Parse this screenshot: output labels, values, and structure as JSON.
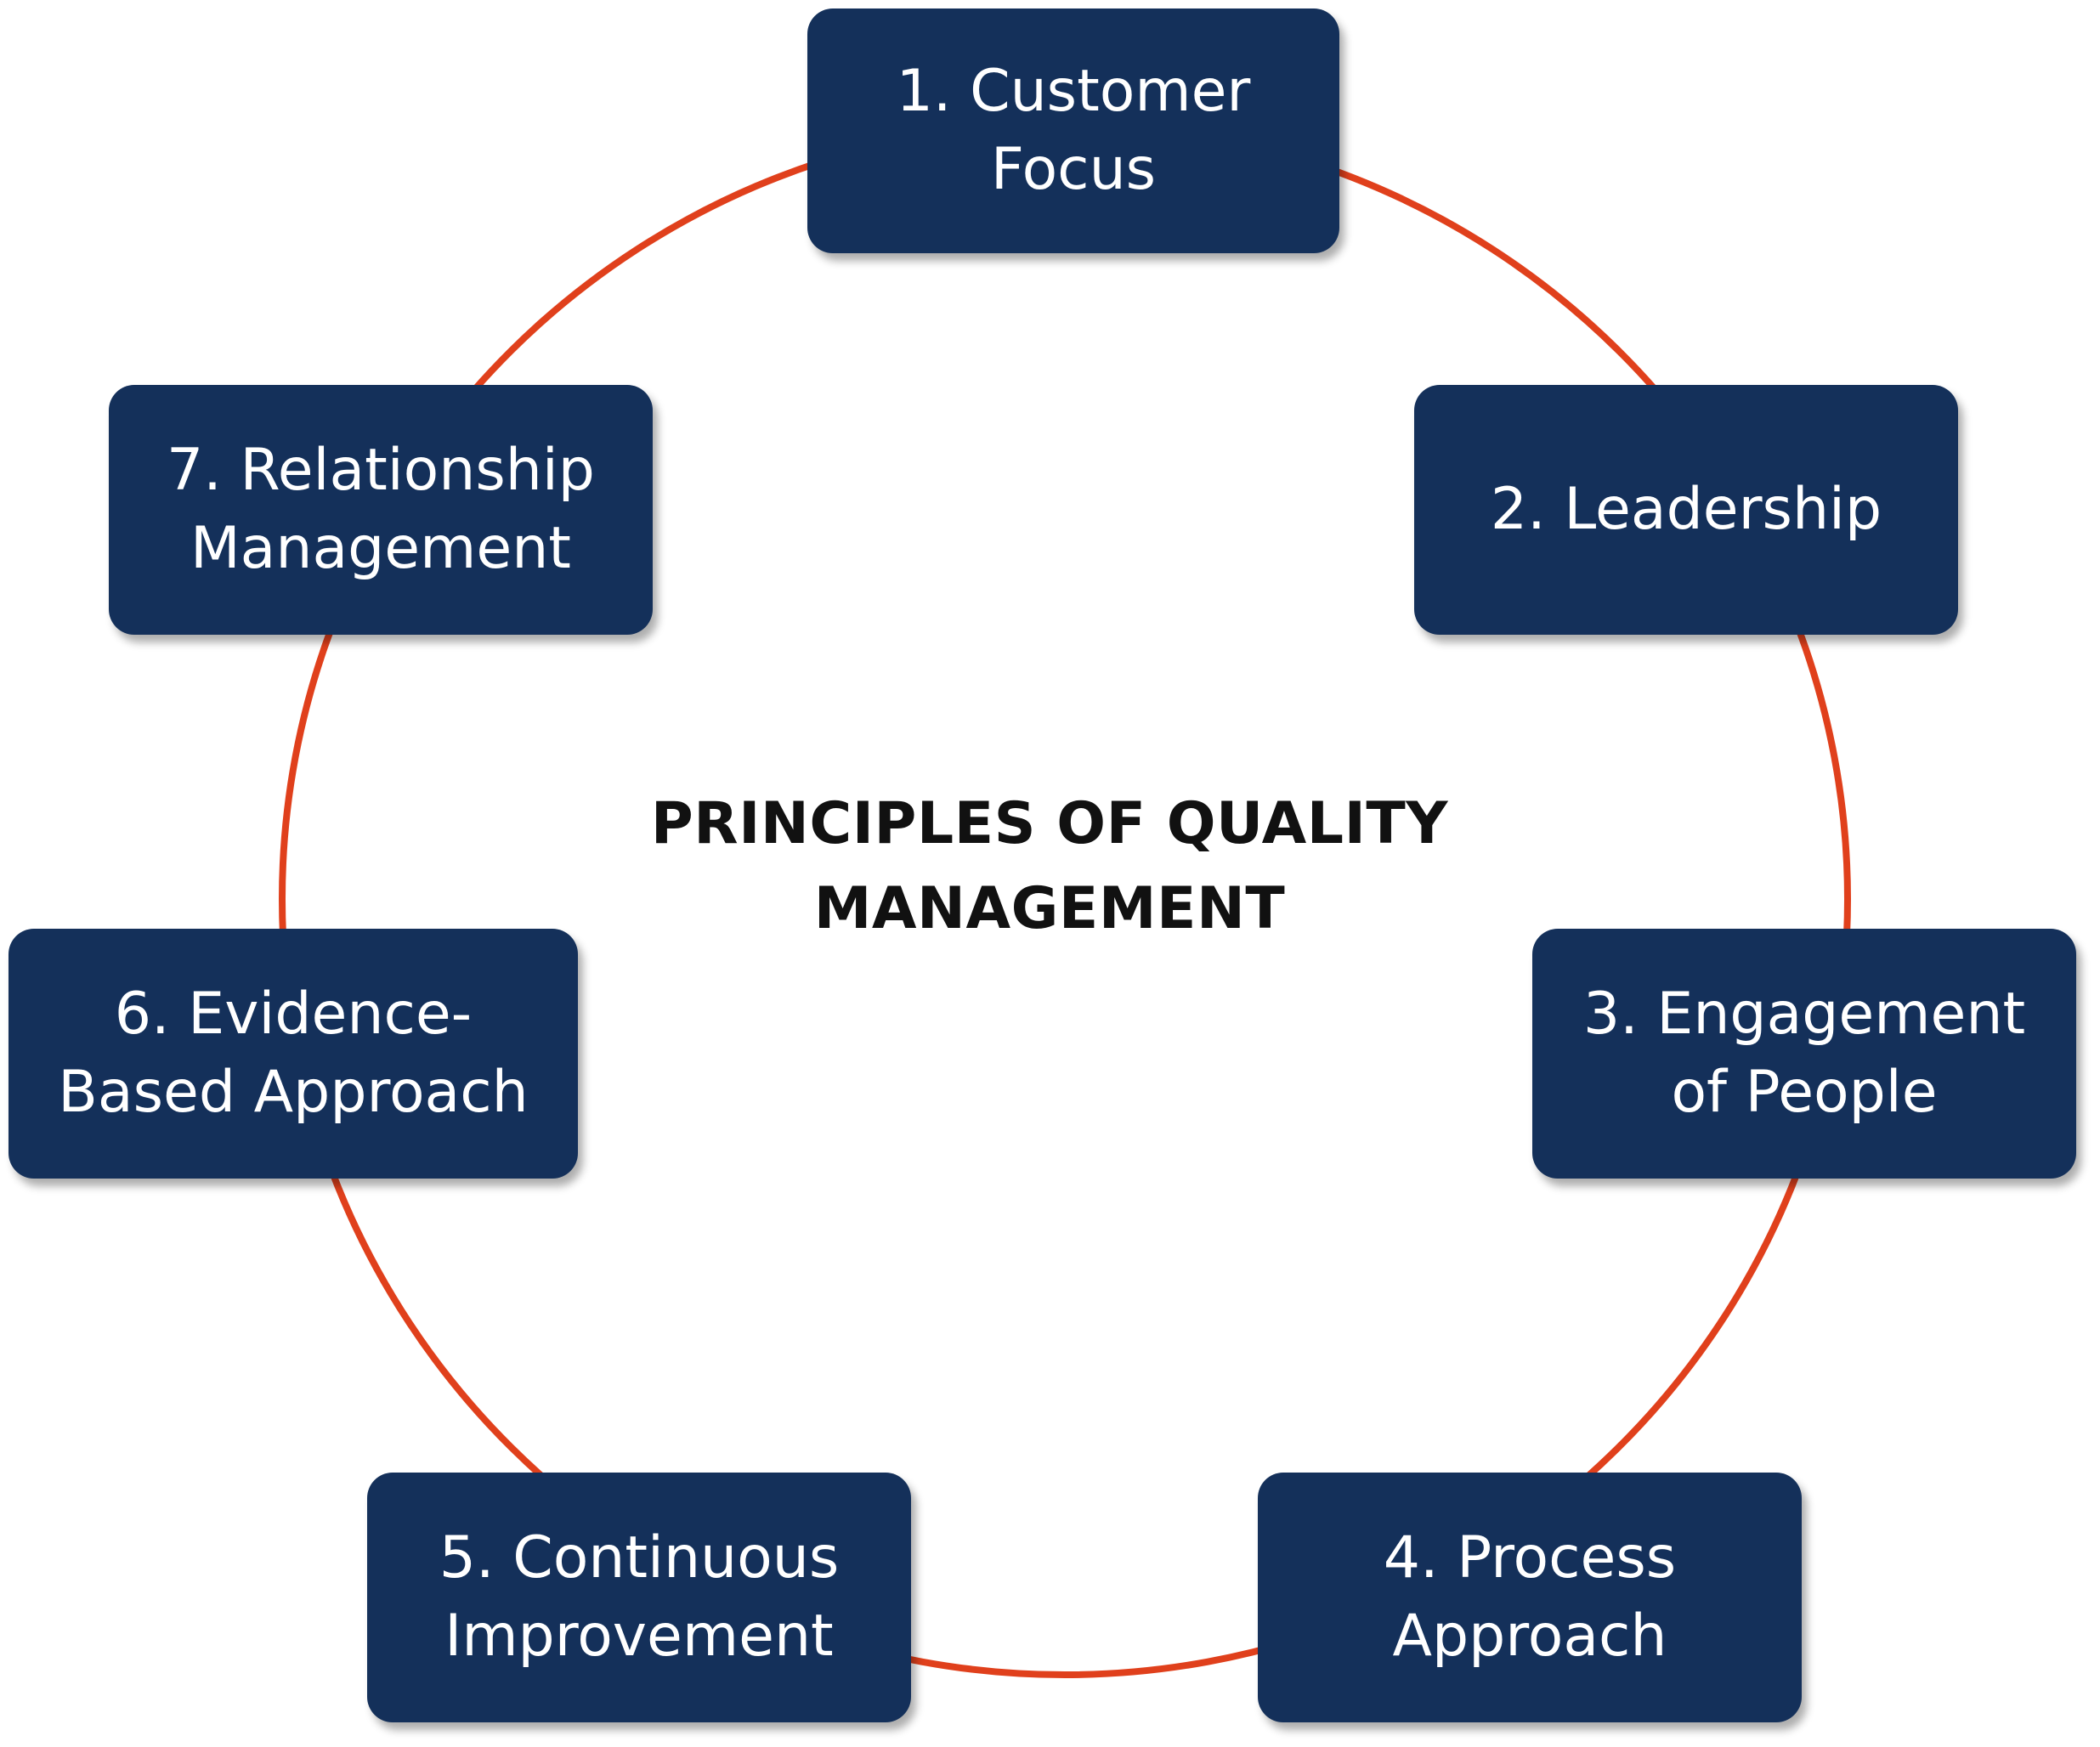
{
  "diagram": {
    "title_line1": "PRINCIPLES OF QUALITY",
    "title_line2": "MANAGEMENT",
    "ring_color": "#e0401c",
    "box_color": "#14305a",
    "text_color": "#ffffff",
    "nodes": [
      {
        "line1": "1. Customer",
        "line2": "Focus"
      },
      {
        "line1": "2. Leadership",
        "line2": ""
      },
      {
        "line1": "3. Engagement",
        "line2": "of People"
      },
      {
        "line1": "4. Process",
        "line2": "Approach"
      },
      {
        "line1": "5. Continuous",
        "line2": "Improvement"
      },
      {
        "line1": "6. Evidence-",
        "line2": "Based Approach"
      },
      {
        "line1": "7. Relationship",
        "line2": "Management"
      }
    ]
  }
}
